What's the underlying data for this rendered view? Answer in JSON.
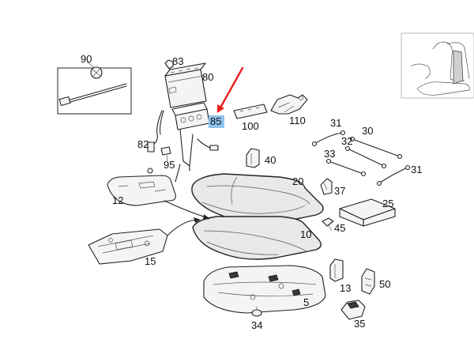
{
  "diagram": {
    "labels": {
      "p90": "90",
      "p83": "83",
      "p80": "80",
      "p85": "85",
      "p100": "100",
      "p110": "110",
      "p82": "82",
      "p95": "95",
      "p40": "40",
      "p20": "20",
      "p12": "12",
      "p37": "37",
      "p25": "25",
      "p10": "10",
      "p45": "45",
      "p15": "15",
      "p13": "13",
      "p50": "50",
      "p5": "5",
      "p35": "35",
      "p34": "34",
      "p31a": "31",
      "p30": "30",
      "p32": "32",
      "p33": "33",
      "p31b": "31"
    },
    "highlight_color": "#8ec3ee",
    "arrow_color": "#e8201c",
    "highlighted_part": "85"
  }
}
